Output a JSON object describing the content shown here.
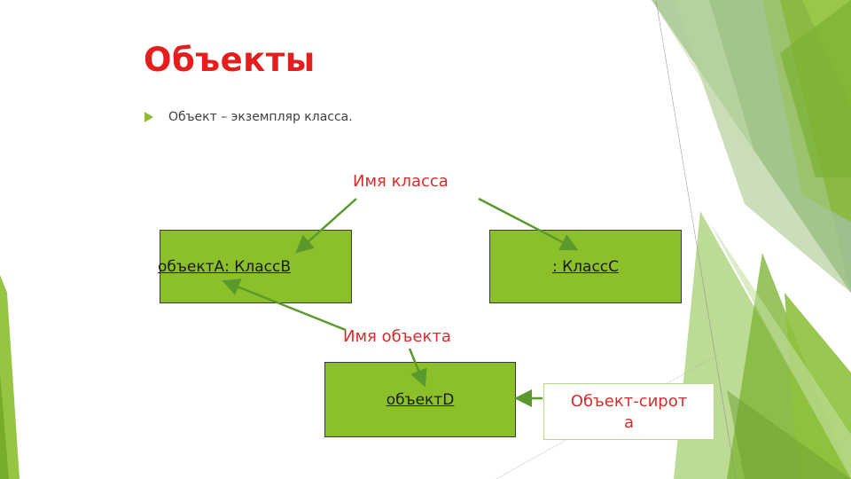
{
  "slide": {
    "title": "Объекты",
    "bullet": "Объект – экземпляр класса."
  },
  "diagram": {
    "boxes": {
      "a": "объектА: КлассВ",
      "c": ": КлассС",
      "d": "объектD"
    },
    "labels": {
      "class_name": "Имя класса",
      "object_name": "Имя объекта",
      "orphan_line1": "Объект-сирот",
      "orphan_line2": "а"
    }
  },
  "colors": {
    "title": "#e41d1d",
    "label": "#d92b2b",
    "box_fill": "#8cc02a",
    "arrow": "#5a9a2c",
    "accent": "#8bbf2d"
  }
}
